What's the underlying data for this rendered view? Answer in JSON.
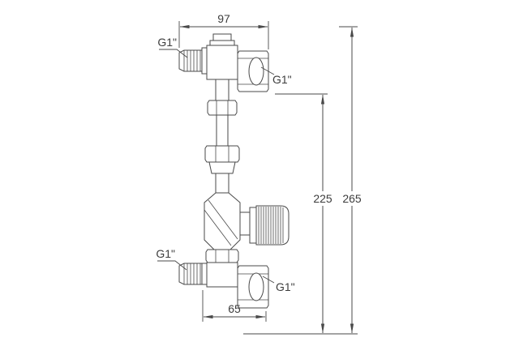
{
  "drawing": {
    "dimensions": {
      "top_width": "97",
      "bottom_width": "65",
      "inner_height": "225",
      "overall_height": "265"
    },
    "labels": {
      "top_left": "G1\"",
      "top_right": "G1\"",
      "bottom_left": "G1\"",
      "bottom_right": "G1\""
    },
    "colors": {
      "line": "#4a4a4a",
      "text": "#3d3d3d",
      "background": "#ffffff"
    }
  }
}
